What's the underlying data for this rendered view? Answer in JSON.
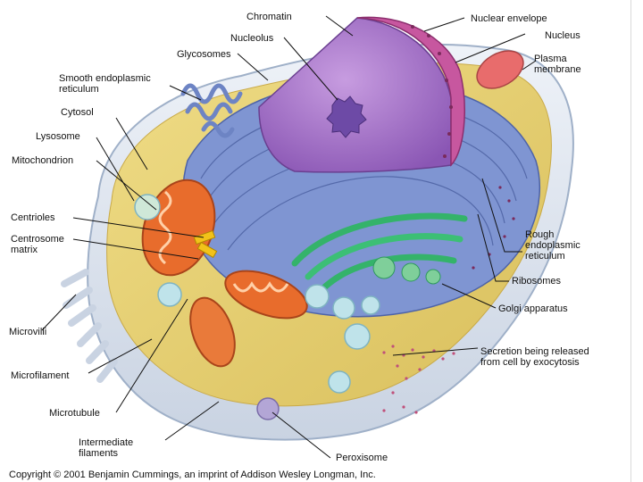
{
  "diagram": {
    "labels": {
      "chromatin": "Chromatin",
      "nuclear_envelope": "Nuclear envelope",
      "nucleolus": "Nucleolus",
      "nucleus": "Nucleus",
      "glycosomes": "Glycosomes",
      "plasma_membrane": "Plasma\nmembrane",
      "smooth_er": "Smooth endoplasmic\nreticulum",
      "cytosol": "Cytosol",
      "lysosome": "Lysosome",
      "mitochondrion": "Mitochondrion",
      "centrioles": "Centrioles",
      "centrosome_matrix": "Centrosome\nmatrix",
      "rough_er": "Rough\nendoplasmic\nreticulum",
      "ribosomes": "Ribosomes",
      "microvilli": "Microvilli",
      "golgi": "Golgi apparatus",
      "microfilament": "Microfilament",
      "secretion": "Secretion being released\nfrom cell by exocytosis",
      "microtubule": "Microtubule",
      "intermediate_filaments": "Intermediate\nfilaments",
      "peroxisome": "Peroxisome"
    },
    "copyright": "Copyright © 2001 Benjamin Cummings, an imprint of Addison Wesley Longman, Inc."
  },
  "colors": {
    "membrane": "#dfe6ef",
    "cytosol": "#e9d47a",
    "rough_er": "#6f86c9",
    "smooth_er": "#8aa0d6",
    "nucleus": "#a773c4",
    "nucleolus": "#6d4aa6",
    "envelope": "#c0509a",
    "mitochondrion": "#e86c2c",
    "golgi": "#34b36a",
    "vesicle": "#bfe3ea",
    "line": "#111111"
  }
}
